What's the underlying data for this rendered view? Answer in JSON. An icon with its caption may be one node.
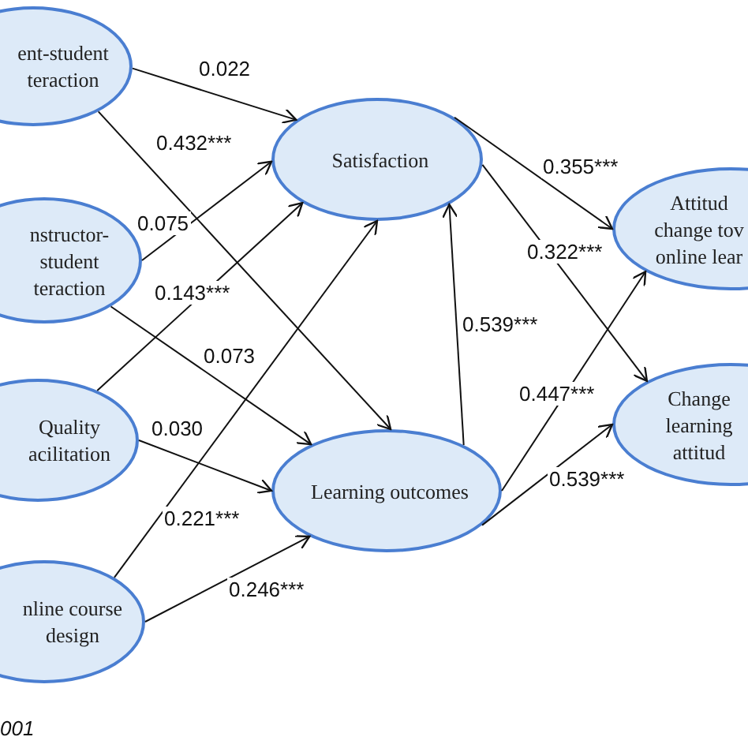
{
  "diagram": {
    "nodes": [
      {
        "text": [
          "ent-student teraction"
        ]
      },
      {
        "text": [
          "nstructor- student teraction"
        ]
      },
      {
        "text": [
          "Quality acilitation"
        ]
      },
      {
        "text": [
          "nline course design"
        ]
      },
      {
        "text": [
          "Satisfaction"
        ]
      },
      {
        "text": [
          "Learning outcomes"
        ]
      },
      {
        "text": [
          "Attitud change tov online lear"
        ]
      },
      {
        "text": [
          "Change learning attitud"
        ]
      }
    ],
    "edges": [
      {
        "from": 0,
        "to": 4,
        "arrow": "to",
        "label": "0.022"
      },
      {
        "from": 0,
        "to": 5,
        "arrow": "to",
        "label": "0.432***"
      },
      {
        "from": 1,
        "to": 4,
        "arrow": "to",
        "label": "0.075"
      },
      {
        "from": 1,
        "to": 5,
        "arrow": "to",
        "label": "0.073"
      },
      {
        "from": 2,
        "to": 4,
        "arrow": "to",
        "label": "0.143***"
      },
      {
        "from": 2,
        "to": 5,
        "arrow": "to",
        "label": "0.030"
      },
      {
        "from": 3,
        "to": 4,
        "arrow": "to",
        "label": "0.221***"
      },
      {
        "from": 3,
        "to": 5,
        "arrow": "to",
        "label": "0.246***"
      },
      {
        "from": 5,
        "to": 4,
        "arrow": "to",
        "label": "0.539***"
      },
      {
        "from": 4,
        "to": 6,
        "arrow": "to",
        "label": "0.355***"
      },
      {
        "from": 4,
        "to": 7,
        "arrow": "to",
        "label": "0.322***"
      },
      {
        "from": 5,
        "to": 6,
        "arrow": "to",
        "label": "0.447***"
      },
      {
        "from": 5,
        "to": 7,
        "arrow": "to",
        "label": "0.539***"
      }
    ],
    "labels": [
      "001"
    ]
  }
}
